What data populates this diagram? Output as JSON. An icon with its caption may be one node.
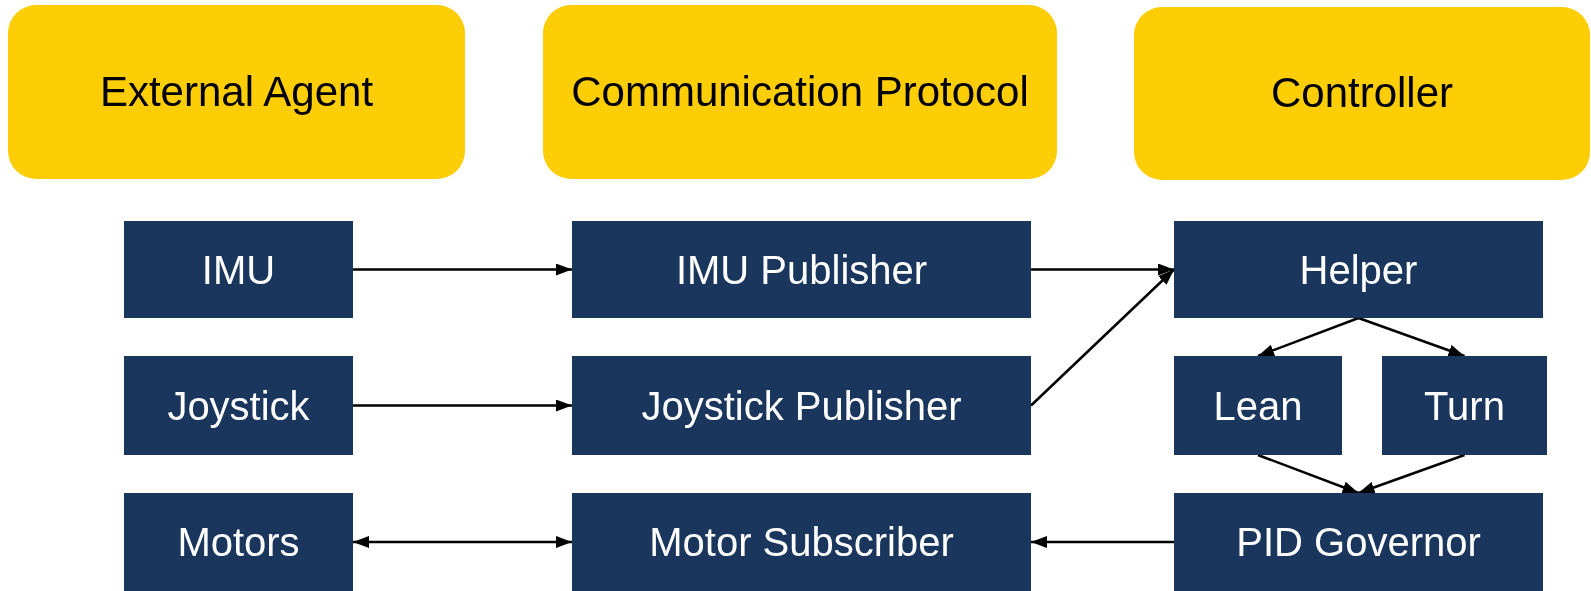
{
  "diagram": {
    "nodes": [
      {
        "text": [
          "External Agent"
        ]
      },
      {
        "text": [
          "Communication Protocol"
        ]
      },
      {
        "text": [
          "Controller"
        ]
      },
      {
        "text": [
          "IMU"
        ]
      },
      {
        "text": [
          "IMU Publisher"
        ]
      },
      {
        "text": [
          "Helper"
        ]
      },
      {
        "text": [
          "Joystick"
        ]
      },
      {
        "text": [
          "Joystick Publisher"
        ]
      },
      {
        "text": [
          "Lean"
        ]
      },
      {
        "text": [
          "Turn"
        ]
      },
      {
        "text": [
          "Motors"
        ]
      },
      {
        "text": [
          "Motor Subscriber"
        ]
      },
      {
        "text": [
          "PID Governor"
        ]
      }
    ],
    "edges": [
      {
        "from": 3,
        "to": 4,
        "arrow": "to"
      },
      {
        "from": 4,
        "to": 5,
        "arrow": "to"
      },
      {
        "from": 6,
        "to": 7,
        "arrow": "to"
      },
      {
        "from": 7,
        "to": 5,
        "arrow": "to"
      },
      {
        "from": 5,
        "to": 8,
        "arrow": "to"
      },
      {
        "from": 5,
        "to": 9,
        "arrow": "to"
      },
      {
        "from": 8,
        "to": 12,
        "arrow": "to"
      },
      {
        "from": 9,
        "to": 12,
        "arrow": "to"
      },
      {
        "from": 10,
        "to": 11,
        "arrow": "both"
      },
      {
        "from": 12,
        "to": 11,
        "arrow": "to"
      }
    ]
  }
}
